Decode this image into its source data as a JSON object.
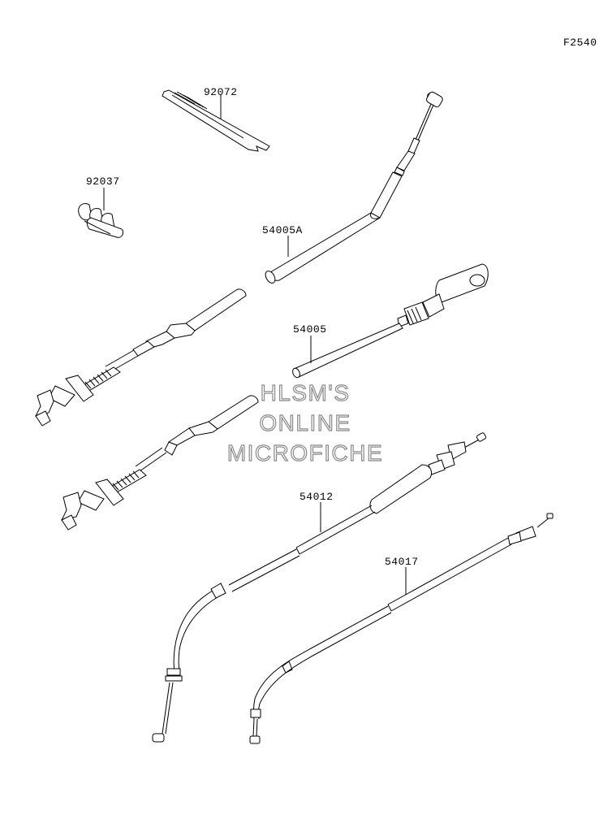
{
  "diagram": {
    "figure_code": "F2540",
    "parts": [
      {
        "id": "92072",
        "label": "92072"
      },
      {
        "id": "92037",
        "label": "92037"
      },
      {
        "id": "54005A",
        "label": "54005A"
      },
      {
        "id": "54005",
        "label": "54005"
      },
      {
        "id": "54012",
        "label": "54012"
      },
      {
        "id": "54017",
        "label": "54017"
      }
    ]
  },
  "watermark": {
    "line1": "HLSM'S",
    "line2": "ONLINE",
    "line3": "MICROFICHE"
  }
}
